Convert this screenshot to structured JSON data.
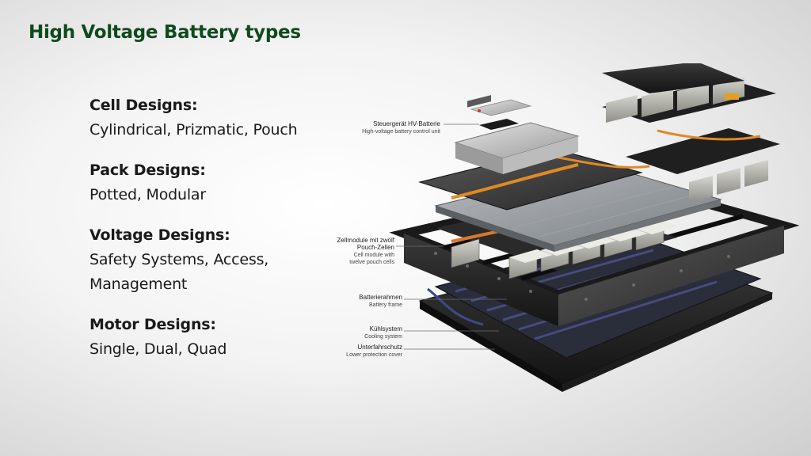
{
  "title": "High Voltage Battery types",
  "sections": [
    {
      "heading": "Cell Designs:",
      "body": [
        "Cylindrical, Prizmatic, Pouch"
      ]
    },
    {
      "heading": "Pack Designs:",
      "body": [
        "Potted, Modular"
      ]
    },
    {
      "heading": "Voltage Designs:",
      "body": [
        "Safety Systems, Access,",
        "Management"
      ]
    },
    {
      "heading": "Motor Designs:",
      "body": [
        "Single, Dual, Quad"
      ]
    }
  ],
  "figure": {
    "callouts": [
      {
        "de": "Steuergerät HV-Batterie",
        "en": "High-voltage battery control unit"
      },
      {
        "de_lines": [
          "Zellmodule mit zwölf",
          "Pouch-Zellen"
        ],
        "en_lines": [
          "Cell module with",
          "twelve pouch cells"
        ]
      },
      {
        "de": "Batterierahmen",
        "en": "Battery frame"
      },
      {
        "de": "Kühlsystem",
        "en": "Cooling system"
      },
      {
        "de": "Unterfahrschutz",
        "en": "Lower protection cover"
      }
    ]
  }
}
